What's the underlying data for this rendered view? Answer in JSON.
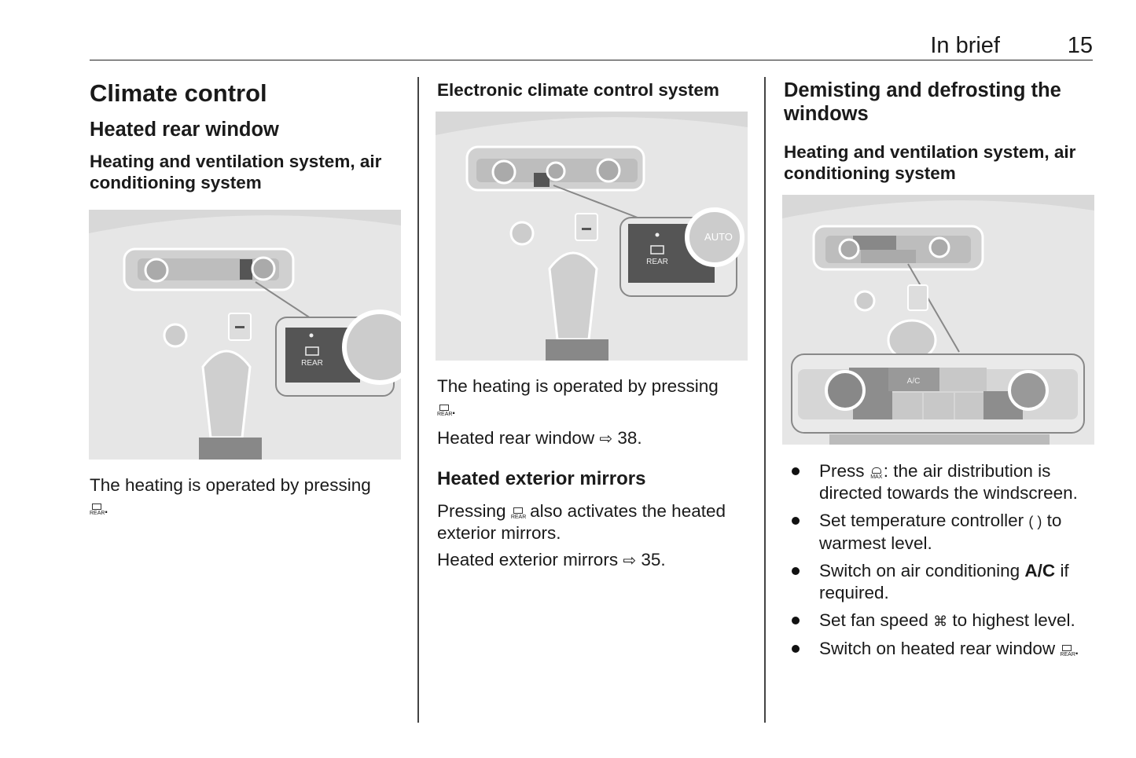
{
  "header": {
    "section": "In brief",
    "page_number": "15"
  },
  "column1": {
    "title": "Climate control",
    "subtitle": "Heated rear window",
    "subheading": "Heating and ventilation system, air conditioning system",
    "figure": {
      "callout_label": "REAR"
    },
    "body_text": "The heating is operated by pressing",
    "icon_label": "REAR",
    "period": "."
  },
  "column2": {
    "heading": "Electronic climate control system",
    "figure": {
      "callout_label": "REAR",
      "knob_label": "AUTO"
    },
    "body_text": "The heating is operated by pressing",
    "icon_label": "REAR",
    "period": ".",
    "xref1_text": "Heated rear window",
    "xref1_page": "38.",
    "mirrors_title": "Heated exterior mirrors",
    "mirrors_text_before": "Pressing",
    "mirrors_text_after": "also activates the heated exterior mirrors.",
    "xref2_text": "Heated exterior mirrors",
    "xref2_page": "35."
  },
  "column3": {
    "title": "Demisting and defrosting the windows",
    "subheading": "Heating and ventilation system, air conditioning system",
    "figure": {
      "button_ac": "A/C"
    },
    "bullets": [
      {
        "before": "Press",
        "icon": "MAX",
        "after": ": the air distribution is directed towards the windscreen."
      },
      {
        "before": "Set temperature controller",
        "icon": "( )",
        "after": "to warmest level."
      },
      {
        "before": "Switch on air conditioning",
        "bold": "A/C",
        "after": "if required."
      },
      {
        "before": "Set fan speed",
        "icon": "fan",
        "after": "to highest level."
      },
      {
        "before": "Switch on heated rear window",
        "icon": "REAR",
        "after": "."
      }
    ]
  },
  "arrow_glyph": "⇨",
  "fan_glyph": "⌘"
}
